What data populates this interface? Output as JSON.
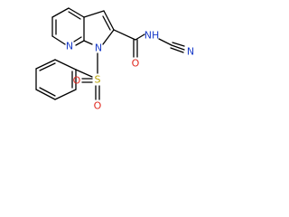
{
  "molecule": {
    "atoms": {
      "n_pyridine": {
        "symbol": "N",
        "color": "#1a3cc8"
      },
      "n_pyrrole": {
        "symbol": "N",
        "color": "#1a3cc8"
      },
      "nh_amide": {
        "symbol": "NH",
        "color": "#1a3cc8"
      },
      "n_nitrile": {
        "symbol": "N",
        "color": "#1a3cc8"
      },
      "o_carbonyl": {
        "symbol": "O",
        "color": "#e0281e"
      },
      "s_sulfonyl": {
        "symbol": "S",
        "color": "#b8a200"
      },
      "o_sulfonyl_left": {
        "symbol": "O",
        "color": "#e0281e"
      },
      "o_sulfonyl_bottom": {
        "symbol": "O",
        "color": "#e0281e"
      }
    },
    "bond_color": "#000000"
  }
}
